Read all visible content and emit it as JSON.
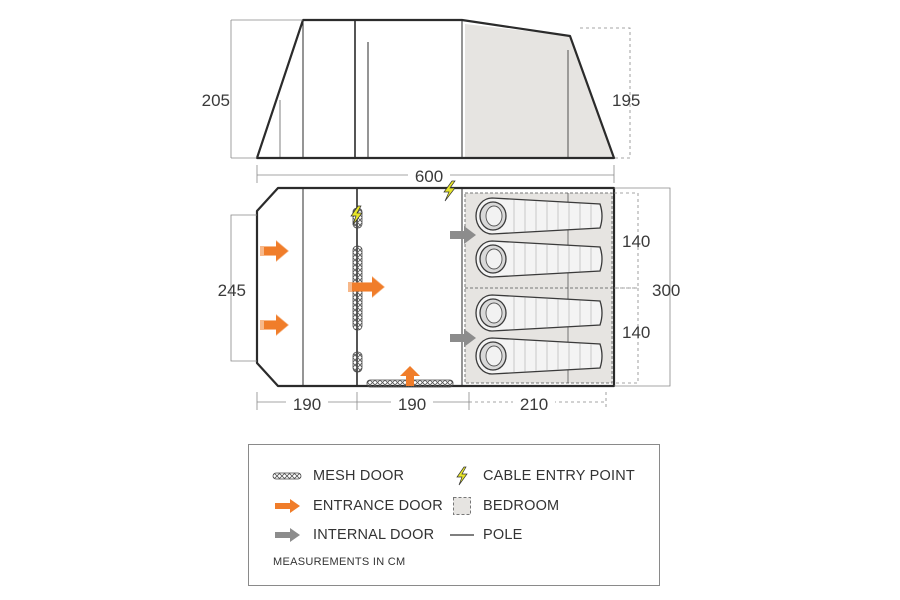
{
  "dimensions": {
    "height_front": "205",
    "height_rear": "195",
    "total_length": "600",
    "width_front": "245",
    "width_total": "300",
    "bedroom_width_top": "140",
    "bedroom_width_bottom": "140",
    "section_1_length": "190",
    "section_2_length": "190",
    "section_3_length": "210"
  },
  "legend": {
    "mesh_door": "MESH DOOR",
    "entrance_door": "ENTRANCE DOOR",
    "internal_door": "INTERNAL DOOR",
    "cable_entry": "CABLE ENTRY POINT",
    "bedroom": "BEDROOM",
    "pole": "POLE",
    "note": "MEASUREMENTS IN CM"
  },
  "colors": {
    "entrance_arrow": "#f07d2a",
    "internal_arrow": "#8c8c8c",
    "cable_entry": "#e0e020",
    "bedroom_fill": "#e6e4e1",
    "outline": "#2b2b2b"
  },
  "icons": {
    "mesh_door": "mesh-door-icon",
    "entrance_door": "orange-arrow-icon",
    "internal_door": "grey-arrow-icon",
    "cable_entry": "lightning-bolt-icon",
    "bedroom": "dashed-square-icon",
    "pole": "line-icon"
  }
}
